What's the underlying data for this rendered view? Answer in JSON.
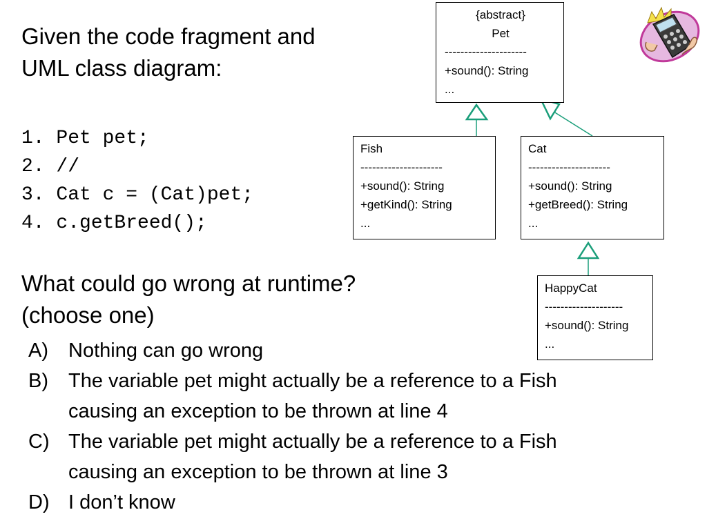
{
  "title": {
    "line1": "Given the code fragment and",
    "line2": "UML class diagram:"
  },
  "code": {
    "lines": [
      "1. Pet pet;",
      "2. //",
      "3. Cat c = (Cat)pet;",
      "4. c.getBreed();"
    ]
  },
  "question": {
    "line1": "What could go wrong at runtime?",
    "line2": "(choose one)"
  },
  "choices": [
    {
      "letter": "A)",
      "line1": "Nothing can go wrong",
      "line2": ""
    },
    {
      "letter": "B)",
      "line1": "The variable pet might actually be a reference to a Fish",
      "line2": "causing an exception to be thrown at line 4"
    },
    {
      "letter": "C)",
      "line1": "The variable pet might actually be a reference to a Fish",
      "line2": "causing an exception to be thrown at line 3"
    },
    {
      "letter": "D)",
      "line1": "I don’t know",
      "line2": ""
    }
  ],
  "uml": {
    "pet": {
      "stereotype": "{abstract}",
      "name": "Pet",
      "separator": "---------------------",
      "method1": "+sound(): String",
      "more": "..."
    },
    "fish": {
      "name": "Fish",
      "separator": "---------------------",
      "method1": "+sound(): String",
      "method2": "+getKind(): String",
      "more": "..."
    },
    "cat": {
      "name": "Cat",
      "separator": "---------------------",
      "method1": "+sound(): String",
      "method2": "+getBreed(): String",
      "more": "..."
    },
    "happycat": {
      "name": "HappyCat",
      "separator": "--------------------",
      "method1": "+sound(): String",
      "more": "..."
    }
  },
  "colors": {
    "arrow": "#1a9e7a",
    "remote_outline": "#c0399a",
    "remote_fill": "#e6b8e0"
  },
  "icons": {
    "clicker": "remote-control-icon"
  }
}
